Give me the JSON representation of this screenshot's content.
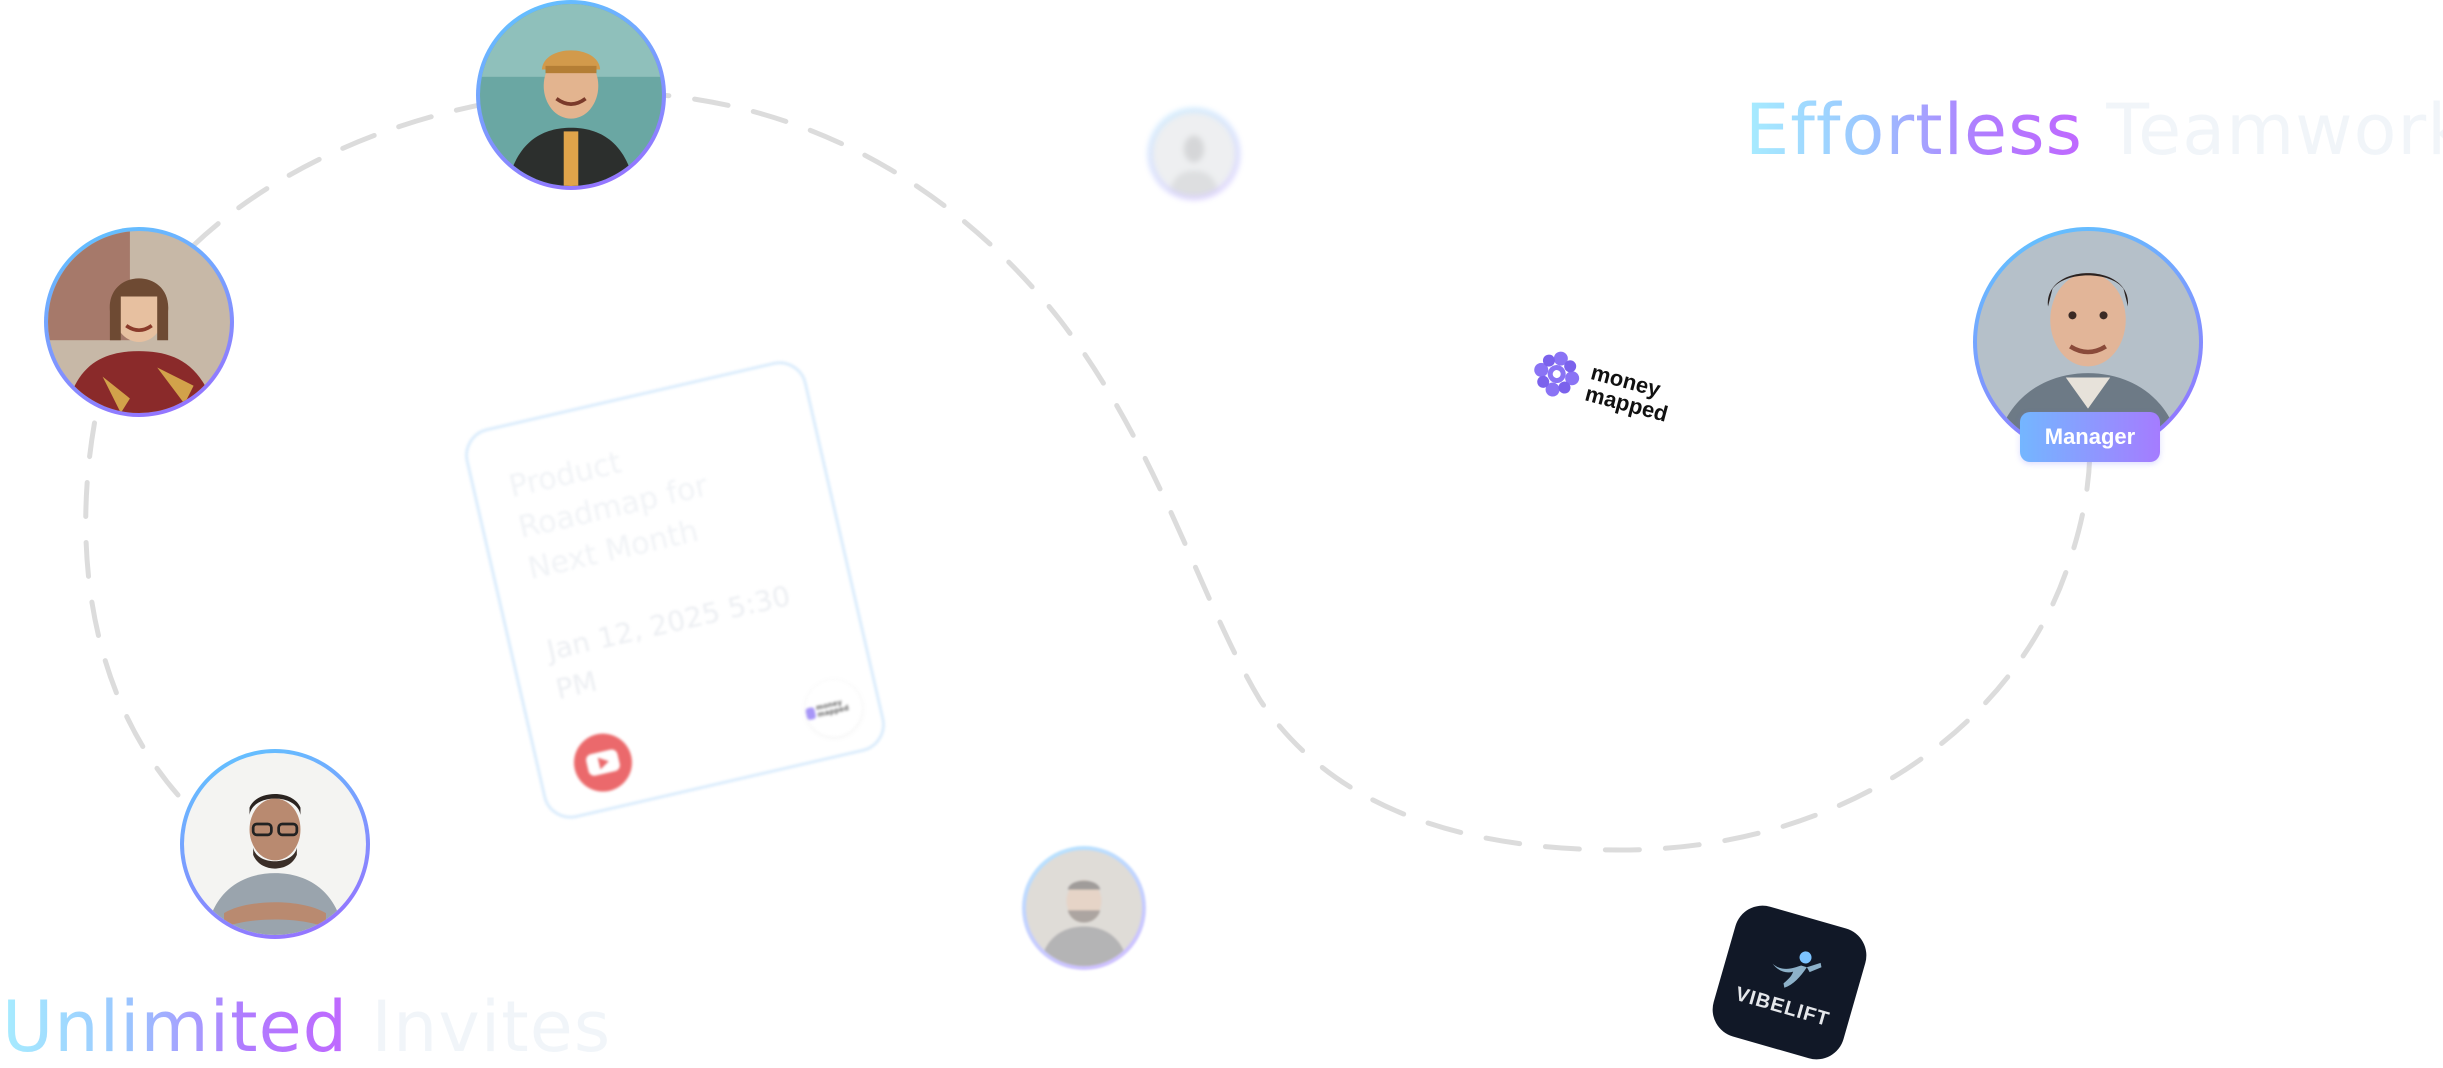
{
  "headlines": {
    "top_right": {
      "highlight": "Effortless",
      "faded": "Teamwork"
    },
    "bottom_left": {
      "highlight": "Unlimited",
      "faded": "Invites"
    }
  },
  "manager_badge": "Manager",
  "event_card": {
    "title": "Product Roadmap for Next Month",
    "date": "Jan 12, 2025 5:30 PM",
    "play_icon": "youtube-play-icon",
    "brand_mini": "money mapped"
  },
  "logos": {
    "money_mapped": {
      "line1": "money",
      "line2": "mapped"
    },
    "vibelift": "VIBELIFT"
  },
  "colors": {
    "avatar_ring_start": "#5ec8ff",
    "avatar_ring_end": "#9a6bff",
    "path_dash": "#d9d9d9",
    "badge_start": "#74b6ff",
    "badge_end": "#a57cff",
    "money_mapped_brand": "#8a73f5",
    "vibelift_bg": "#111827",
    "youtube_red": "#e5383b"
  }
}
